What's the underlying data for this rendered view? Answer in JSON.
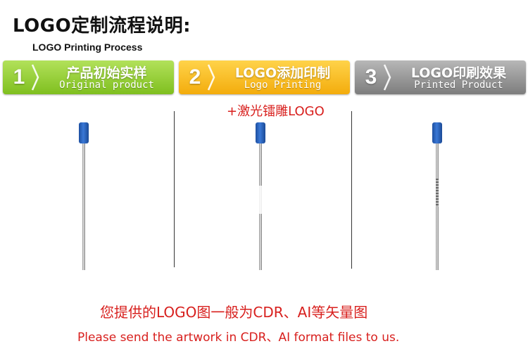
{
  "header": {
    "title": "LOGO定制流程说明:",
    "subtitle": "LOGO Printing Process"
  },
  "steps": [
    {
      "number": "1",
      "title_zh": "产品初始实样",
      "title_en": "Original product",
      "color": "#8fcf2f"
    },
    {
      "number": "2",
      "title_zh": "LOGO添加印制",
      "title_en": "Logo Printing",
      "color": "#f7b81b"
    },
    {
      "number": "3",
      "title_zh": "LOGO印刷效果",
      "title_en": "Printed Product",
      "color": "#9a9a9a"
    }
  ],
  "step2_note": "+激光镭雕LOGO",
  "footer": {
    "zh": "您提供的LOGO图一般为CDR、AI等矢量图",
    "en": "Please send the artwork in CDR、AI format files to us."
  },
  "colors": {
    "accent_red": "#d8201e",
    "straw_tip": "#2b63c0"
  }
}
